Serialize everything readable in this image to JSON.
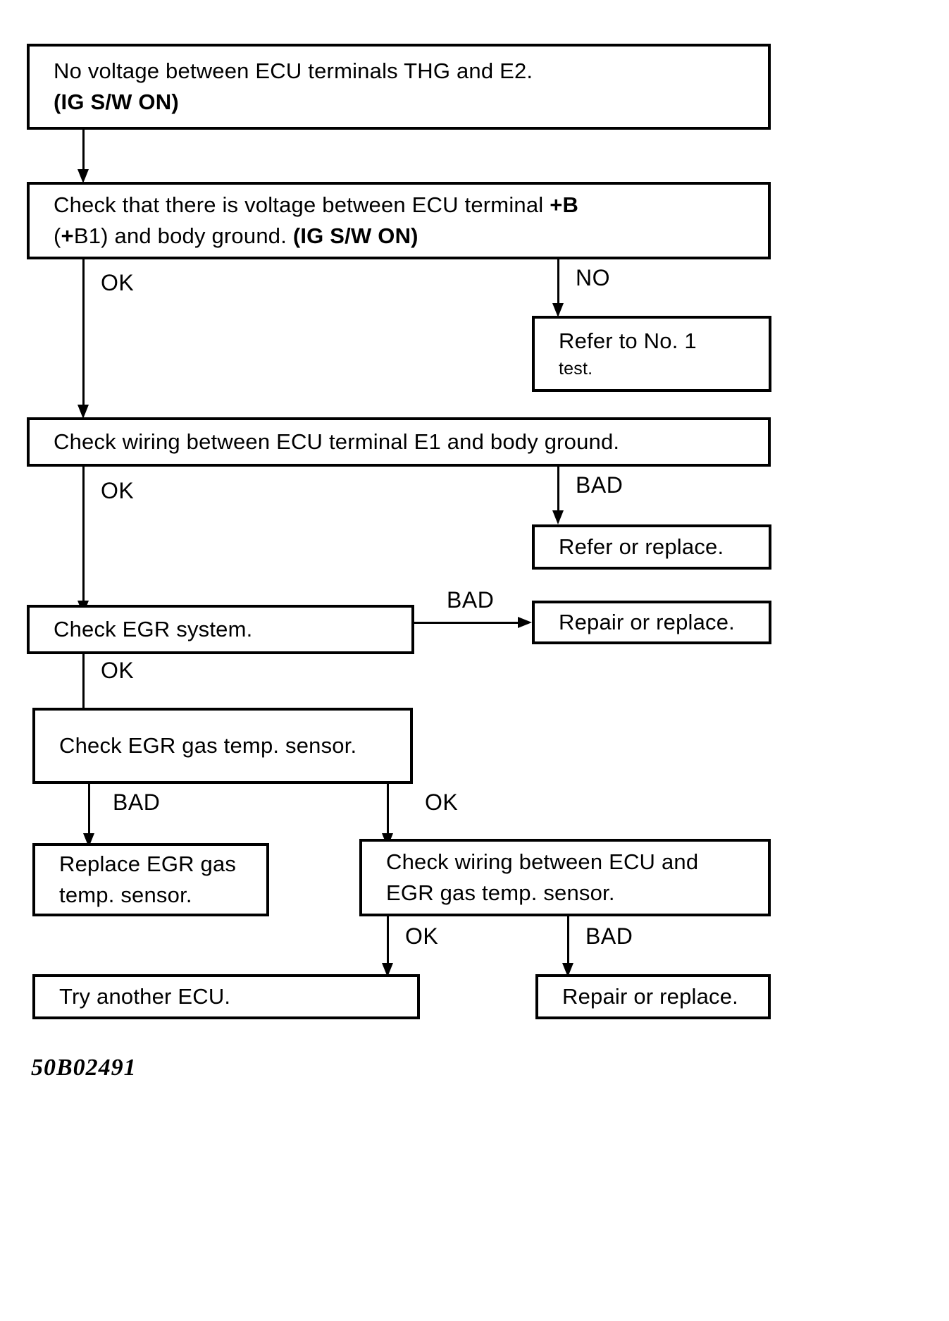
{
  "diagram": {
    "caption": "50B02491",
    "nodes": {
      "n1": {
        "line1": "No voltage between ECU terminals THG and E2.",
        "line2": "(IG S/W ON)"
      },
      "n2": {
        "line1_a": "Check that there is voltage between ECU terminal ",
        "line1_b": "+",
        "line1_c": "B",
        "line2_a": "(",
        "line2_b": "+",
        "line2_c": "B1) and body ground. ",
        "line2_d": "(IG S/W ON)"
      },
      "n3": {
        "line1": "Refer to No. 1",
        "line2": "test."
      },
      "n4": {
        "line1": "Check wiring between ECU terminal E1 and body ground."
      },
      "n5": {
        "line1": "Refer or replace."
      },
      "n6": {
        "line1": "Check EGR system."
      },
      "n7": {
        "line1": "Repair or replace."
      },
      "n8": {
        "line1": "Check EGR gas temp. sensor."
      },
      "n9": {
        "line1": "Replace EGR gas",
        "line2": "temp. sensor."
      },
      "n10": {
        "line1": "Check wiring between ECU and",
        "line2": "EGR gas temp. sensor."
      },
      "n11": {
        "line1": "Try another ECU."
      },
      "n12": {
        "line1": "Repair or replace."
      }
    },
    "edge_labels": {
      "e1_ok": "OK",
      "e1_no": "NO",
      "e2_ok": "OK",
      "e2_bad": "BAD",
      "e3_ok": "OK",
      "e3_bad": "BAD",
      "e4_bad": "BAD",
      "e4_ok": "OK",
      "e5_ok": "OK",
      "e5_bad": "BAD"
    }
  }
}
